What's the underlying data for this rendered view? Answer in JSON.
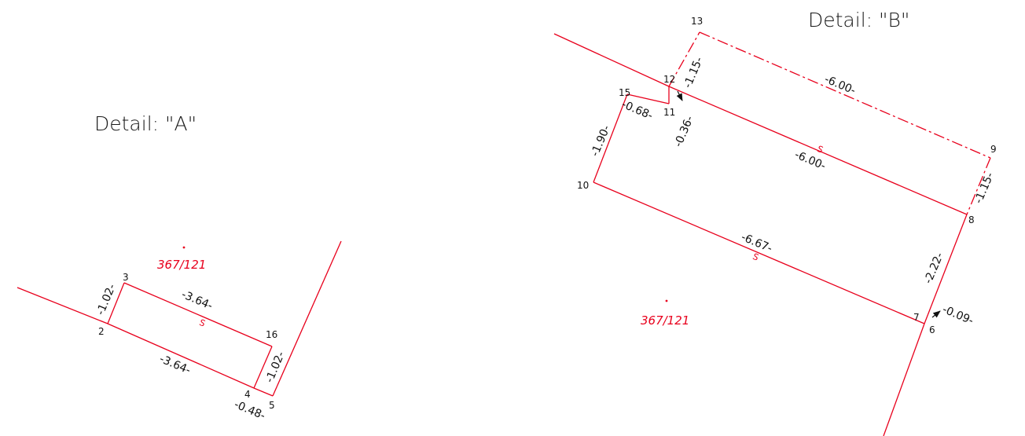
{
  "detail_a": {
    "title": "Detail:  \"A\"",
    "parcel_label": "367/121",
    "points": {
      "p2": "2",
      "p3": "3",
      "p4": "4",
      "p5": "5",
      "p16": "16"
    },
    "dims": {
      "d_2_3": "-1.02-",
      "d_3_16": "-3.64-",
      "d_2_4": "-3.64-",
      "d_16_4": "-1.02-",
      "d_4_5": "-0.48-"
    },
    "marker": "S"
  },
  "detail_b": {
    "title": "Detail:  \"B\"",
    "parcel_label": "367/121",
    "points": {
      "p6": "6",
      "p7": "7",
      "p8": "8",
      "p9": "9",
      "p10": "10",
      "p11": "11",
      "p12": "12",
      "p13": "13",
      "p15": "15"
    },
    "dims": {
      "d_12_13": "-1.15-",
      "d_13_9": "-6.00-",
      "d_15_11": "-0.68-",
      "d_11_12": "-0.36-",
      "d_10_15": "-1.90-",
      "d_12_8": "-6.00-",
      "d_9_8": "-1.15-",
      "d_10_7": "-6.67-",
      "d_8_7": "-2.22-",
      "d_7_6": "-0.09-"
    },
    "marker_top": "S",
    "marker_bottom": "S"
  }
}
